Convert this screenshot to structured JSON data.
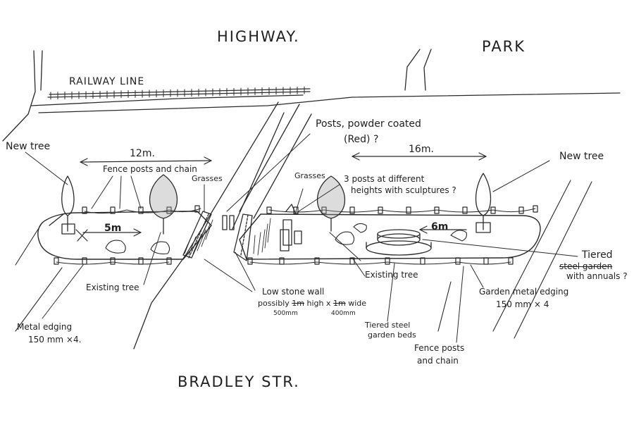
{
  "labels": {
    "highway": "HIGHWAY.",
    "park": "PARK",
    "railway_line": "RAILWAY LINE",
    "bradley_str": "BRADLEY STR.",
    "new_tree_left": "New tree",
    "new_tree_right": "New tree",
    "dim_12m": "12m.",
    "dim_16m": "16m.",
    "dim_5m": "5m",
    "dim_6m": "6m",
    "fence_posts_chain_top": "Fence posts and chain",
    "grasses_left": "Grasses",
    "grasses_right": "Grasses",
    "posts_powder_coated": "Posts, powder coated",
    "posts_red": "(Red) ?",
    "three_posts_line1": "3 posts at different",
    "three_posts_line2": "heights with sculptures ?",
    "tiered_line1": "Tiered",
    "tiered_line2": "steel garden",
    "tiered_line3": "with annuals ?",
    "existing_tree_left": "Existing tree",
    "existing_tree_right": "Existing tree",
    "low_wall_line1": "Low stone wall",
    "low_wall_possibly": "possibly",
    "low_wall_high_struck": "1m",
    "low_wall_high": "high x",
    "low_wall_wide_struck": "1m",
    "low_wall_wide": "wide",
    "low_wall_500": "500mm",
    "low_wall_400": "400mm",
    "garden_edging_line1": "Garden metal edging",
    "garden_edging_line2": "150 mm × 4",
    "metal_edging_line1": "Metal edging",
    "metal_edging_line2": "150 mm ×4.",
    "tiered_beds_line1": "Tiered steel",
    "tiered_beds_line2": "garden beds",
    "fence_posts_line1": "Fence posts",
    "fence_posts_line2": "and chain"
  }
}
